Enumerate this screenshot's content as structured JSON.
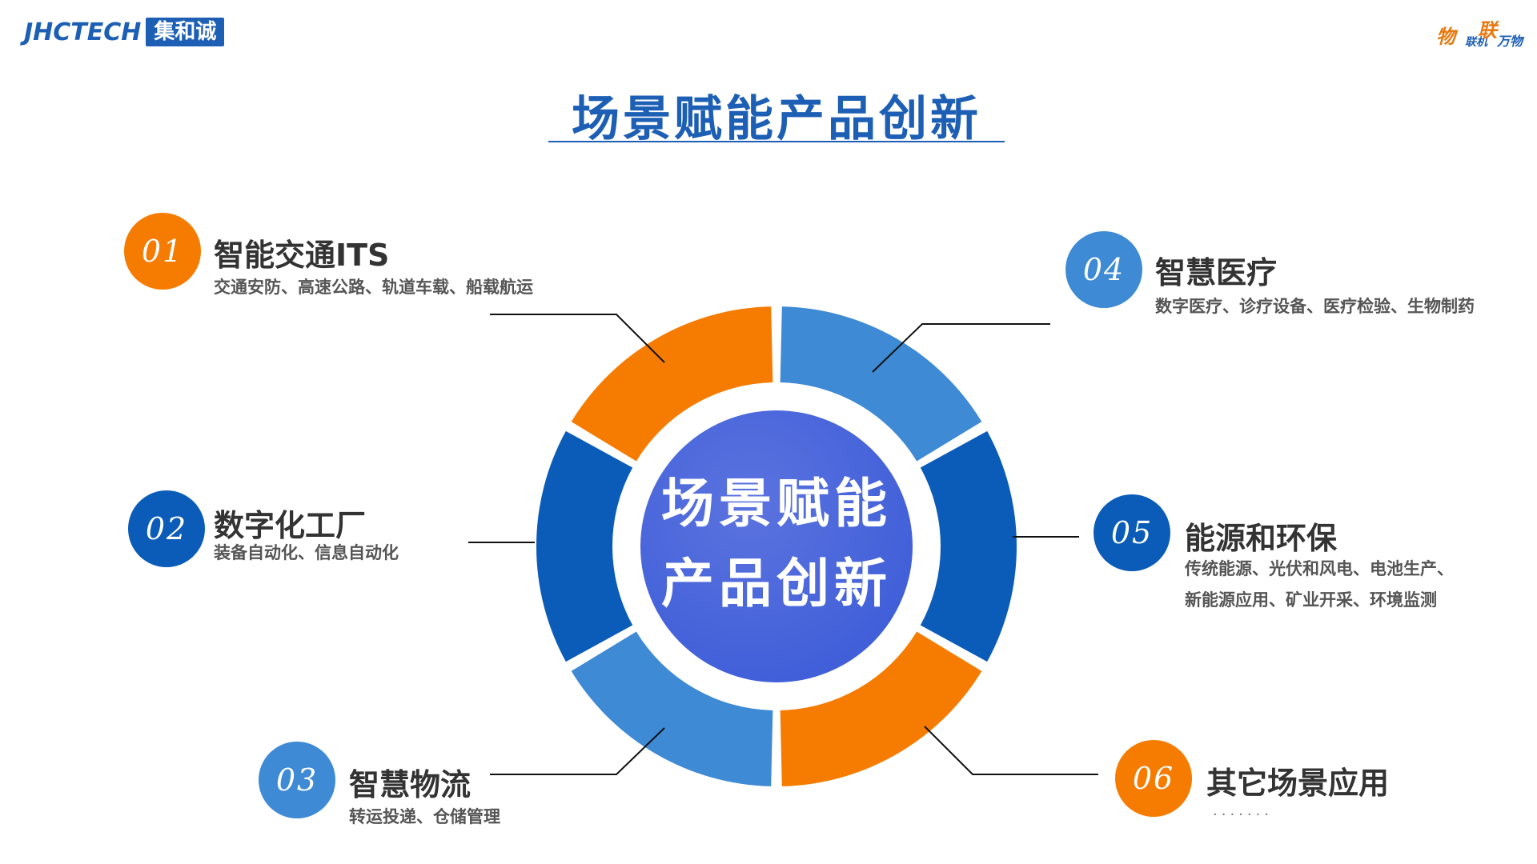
{
  "logo": {
    "latin": "JHCTECH",
    "cjk": "集和诚"
  },
  "brand_right": {
    "c1": "物",
    "c2": "联机",
    "c3": "联",
    "c4": "万物"
  },
  "title": "场景赋能产品创新",
  "center": {
    "line1": "场景赋能",
    "line2": "产品创新"
  },
  "items": [
    {
      "num": "01",
      "title": "智能交通ITS",
      "sub": "交通安防、高速公路、轨道车载、船载航运"
    },
    {
      "num": "02",
      "title": "数字化工厂",
      "sub": "装备自动化、信息自动化"
    },
    {
      "num": "03",
      "title": "智慧物流",
      "sub": "转运投递、仓储管理"
    },
    {
      "num": "04",
      "title": "智慧医疗",
      "sub": "数字医疗、诊疗设备、医疗检验、生物制药"
    },
    {
      "num": "05",
      "title": "能源和环保",
      "sub": "传统能源、光伏和风电、电池生产、",
      "sub2": "新能源应用、矿业开采、环境监测"
    },
    {
      "num": "06",
      "title": "其它场景应用",
      "sub": "·······"
    }
  ],
  "colors": {
    "orange": "#f57c00",
    "blue_light": "#3e8ad4",
    "blue_dark": "#0b5cb8",
    "title_blue": "#1d5fb4"
  }
}
